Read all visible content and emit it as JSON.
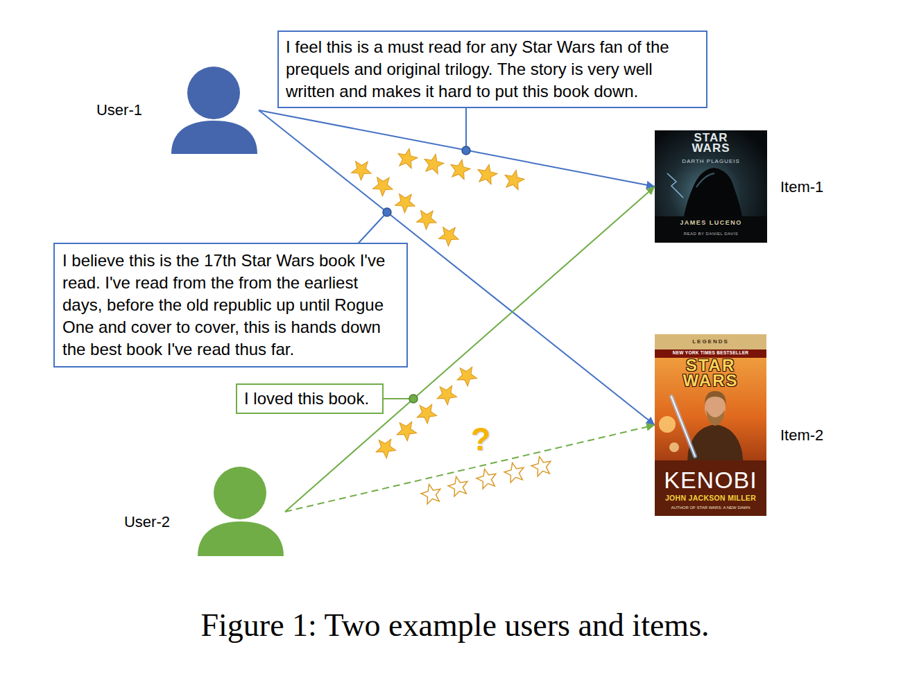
{
  "diagram": {
    "caption": "Figure 1: Two example users and items.",
    "nodes": [
      {
        "text": [
          "I feel this is a must read for any Star Wars fan of the prequels and original trilogy. The story is very well written and makes it hard to put this book down."
        ]
      },
      {
        "text": [
          "User-1"
        ]
      },
      {
        "text": [
          "Item-1",
          "STAR WARS",
          "DARTH PLAGUEIS",
          "JAMES LUCENO",
          "READ BY DANIEL DAVIS"
        ]
      },
      {
        "text": [
          "I believe this is the 17th Star Wars book I've read. I've read from the from the earliest days, before the old republic up until Rogue One and cover to cover, this is hands down the best book I've read thus far."
        ]
      },
      {
        "text": [
          "Item-2",
          "LEGENDS",
          "NEW YORK TIMES BESTSELLER",
          "STAR WARS",
          "KENOBI",
          "JOHN JACKSON MILLER",
          "AUTHOR OF STAR WARS: A NEW DAWN"
        ]
      },
      {
        "text": [
          "I loved this book."
        ]
      },
      {
        "text": [
          "User-2"
        ]
      }
    ],
    "edges": [
      {
        "from": 1,
        "to": 2,
        "arrow": "to"
      },
      {
        "from": 1,
        "to": 4,
        "arrow": "to"
      },
      {
        "from": 6,
        "to": 2,
        "arrow": "to"
      },
      {
        "from": 6,
        "to": 4,
        "arrow": "to"
      }
    ],
    "labels": [
      "?"
    ]
  }
}
